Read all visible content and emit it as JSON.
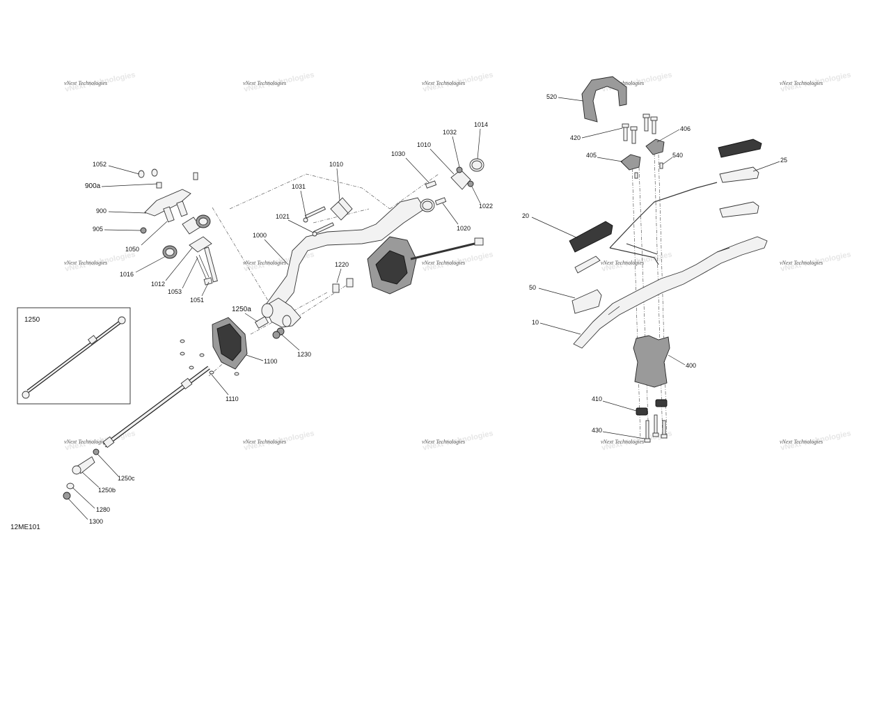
{
  "diagram": {
    "code": "12ME101",
    "inset_label": "1250",
    "watermark": "vNext Technologies",
    "callouts": [
      "1052",
      "900a",
      "900",
      "905",
      "1050",
      "1016",
      "1012",
      "1053",
      "1051",
      "1031",
      "1010",
      "1021",
      "1000",
      "1030",
      "1010",
      "1032",
      "1014",
      "1022",
      "1020",
      "1220",
      "1250a",
      "1230",
      "1100",
      "1110",
      "1250c",
      "1250b",
      "1280",
      "1300",
      "520",
      "420",
      "406",
      "405",
      "540",
      "25",
      "20",
      "50",
      "10",
      "400",
      "410",
      "430"
    ]
  }
}
